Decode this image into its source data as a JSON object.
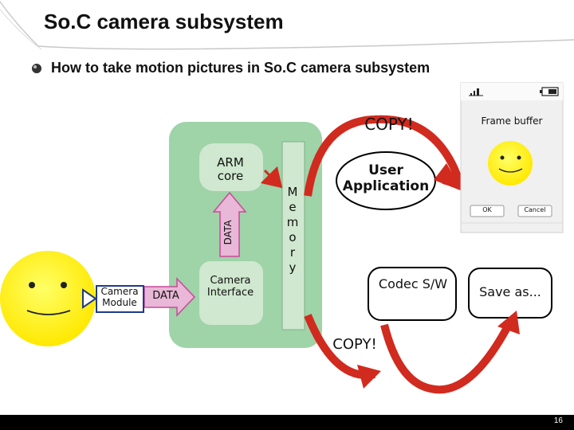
{
  "slide": {
    "title": "So.C camera subsystem",
    "bullet": "How to take motion pictures in So.C camera subsystem",
    "page_number": "16"
  },
  "diagram": {
    "camera_module": "Camera Module",
    "data_label_horizontal": "DATA",
    "data_label_vertical": "DATA",
    "arm_core": "ARM core",
    "camera_interface": "Camera Interface",
    "memory": [
      "M",
      "e",
      "m",
      "o",
      "r",
      "y"
    ],
    "user_application": "User Application",
    "copy_top": "COPY!",
    "copy_bottom": "COPY!",
    "codec": "Codec S/W",
    "save_as": "Save as...",
    "phone": {
      "frame_buffer": "Frame buffer",
      "ok": "OK",
      "cancel": "Cancel"
    }
  },
  "colors": {
    "soc_block": "#9fd3a8",
    "inner_block": "#cfe8cf",
    "arrow_red": "#d12a1e",
    "smiley": "#ffee00",
    "footer": "#000000"
  }
}
